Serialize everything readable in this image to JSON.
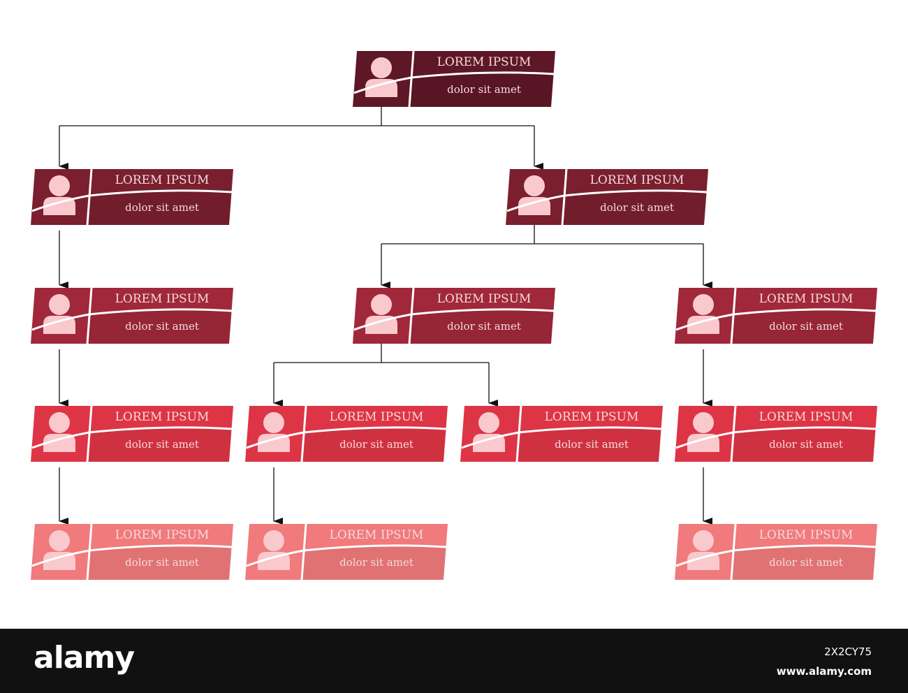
{
  "diagram": {
    "type": "org-chart",
    "level_colors": [
      "#5e1726",
      "#7a1f2e",
      "#a0283a",
      "#dd3546",
      "#f07a7c"
    ],
    "nodes": [
      {
        "id": "n1",
        "level": 0,
        "title": "LOREM IPSUM",
        "subtitle": "dolor sit amet"
      },
      {
        "id": "n2",
        "level": 1,
        "title": "LOREM IPSUM",
        "subtitle": "dolor sit amet"
      },
      {
        "id": "n3",
        "level": 1,
        "title": "LOREM IPSUM",
        "subtitle": "dolor sit amet"
      },
      {
        "id": "n4",
        "level": 2,
        "title": "LOREM IPSUM",
        "subtitle": "dolor sit amet"
      },
      {
        "id": "n5",
        "level": 2,
        "title": "LOREM IPSUM",
        "subtitle": "dolor sit amet"
      },
      {
        "id": "n6",
        "level": 2,
        "title": "LOREM IPSUM",
        "subtitle": "dolor sit amet"
      },
      {
        "id": "n7",
        "level": 3,
        "title": "LOREM IPSUM",
        "subtitle": "dolor sit amet"
      },
      {
        "id": "n8",
        "level": 3,
        "title": "LOREM IPSUM",
        "subtitle": "dolor sit amet"
      },
      {
        "id": "n9",
        "level": 3,
        "title": "LOREM IPSUM",
        "subtitle": "dolor sit amet"
      },
      {
        "id": "n10",
        "level": 3,
        "title": "LOREM IPSUM",
        "subtitle": "dolor sit amet"
      },
      {
        "id": "n11",
        "level": 4,
        "title": "LOREM IPSUM",
        "subtitle": "dolor sit amet"
      },
      {
        "id": "n12",
        "level": 4,
        "title": "LOREM IPSUM",
        "subtitle": "dolor sit amet"
      },
      {
        "id": "n13",
        "level": 4,
        "title": "LOREM IPSUM",
        "subtitle": "dolor sit amet"
      }
    ],
    "edges": [
      {
        "from": "n1",
        "to": "n2"
      },
      {
        "from": "n1",
        "to": "n3"
      },
      {
        "from": "n2",
        "to": "n4"
      },
      {
        "from": "n3",
        "to": "n5"
      },
      {
        "from": "n3",
        "to": "n6"
      },
      {
        "from": "n4",
        "to": "n7"
      },
      {
        "from": "n5",
        "to": "n8"
      },
      {
        "from": "n5",
        "to": "n9"
      },
      {
        "from": "n6",
        "to": "n10"
      },
      {
        "from": "n7",
        "to": "n11"
      },
      {
        "from": "n8",
        "to": "n12"
      },
      {
        "from": "n10",
        "to": "n13"
      }
    ]
  },
  "footer": {
    "brand": "alamy",
    "image_id": "2X2CY75",
    "site": "www.alamy.com"
  }
}
